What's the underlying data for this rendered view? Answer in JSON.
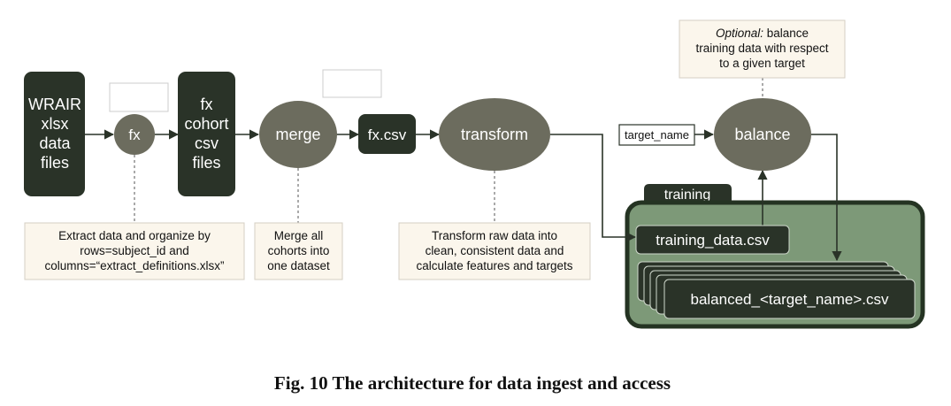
{
  "nodes": {
    "wrair": [
      "WRAIR",
      "xlsx",
      "data",
      "files"
    ],
    "fx": "fx",
    "cohort": [
      "fx",
      "cohort",
      "csv",
      "files"
    ],
    "merge": "merge",
    "fxcsv": "fx.csv",
    "transform": "transform",
    "target_name": "target_name",
    "balance": "balance",
    "training_tab": "training",
    "training_data": "training_data.csv",
    "balanced": "balanced_<target_name>.csv"
  },
  "notes": {
    "fx": [
      "Extract data and organize by",
      "rows=subject_id and",
      "columns=“extract_definitions.xlsx”"
    ],
    "merge": [
      "Merge all",
      "cohorts into",
      "one dataset"
    ],
    "transform": [
      "Transform raw data into",
      "clean, consistent data and",
      "calculate features and targets"
    ],
    "balance_prefix": "Optional:",
    "balance_first_rest": " balance",
    "balance_rest": [
      "training data with respect",
      "to a given target"
    ]
  },
  "caption": "Fig. 10  The architecture for data ingest and access",
  "colors": {
    "dark_box": "#2a3328",
    "ellipse": "#6c6c5e",
    "note_fill": "#fbf6ec",
    "training_fill": "#7d9978",
    "training_border": "#243322"
  }
}
